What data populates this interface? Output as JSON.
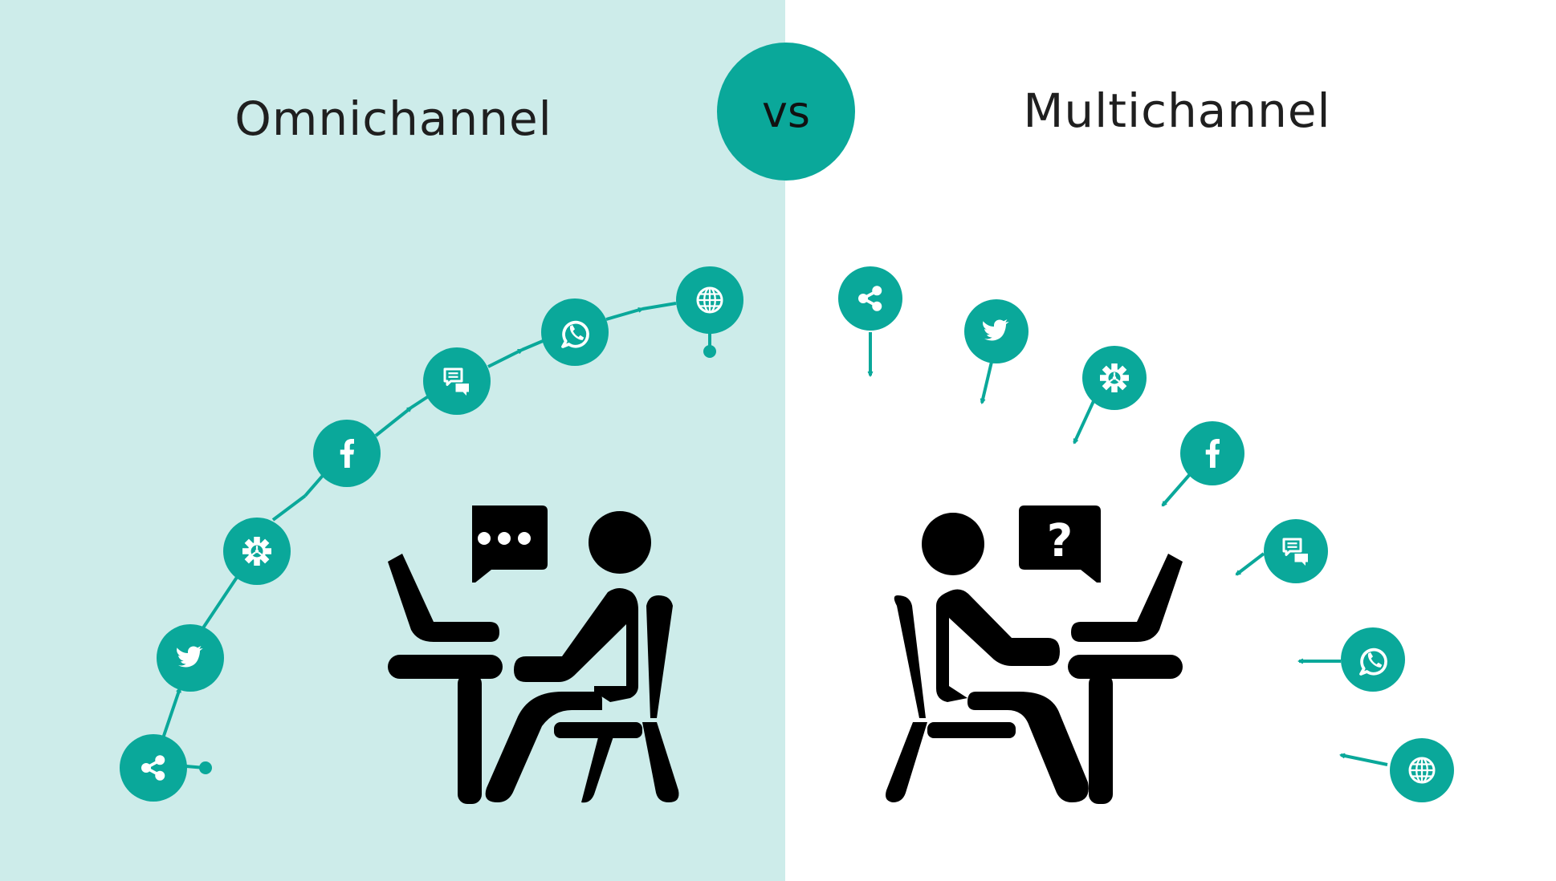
{
  "left_panel": {
    "title": "Omnichannel",
    "bg_color": "#cdecea",
    "channels": [
      "share-icon",
      "twitter-icon",
      "support-gear-icon",
      "facebook-icon",
      "chat-icon",
      "whatsapp-icon",
      "web-globe-icon"
    ],
    "speech_bubble": "..."
  },
  "divider": {
    "label": "vs",
    "color": "#0aa89a"
  },
  "right_panel": {
    "title": "Multichannel",
    "bg_color": "#ffffff",
    "channels": [
      "share-icon",
      "twitter-icon",
      "support-gear-icon",
      "facebook-icon",
      "chat-icon",
      "whatsapp-icon",
      "web-globe-icon"
    ],
    "speech_bubble": "?"
  },
  "colors": {
    "accent": "#0aa89a",
    "figure": "#000000",
    "heading": "#1f1f1f"
  }
}
